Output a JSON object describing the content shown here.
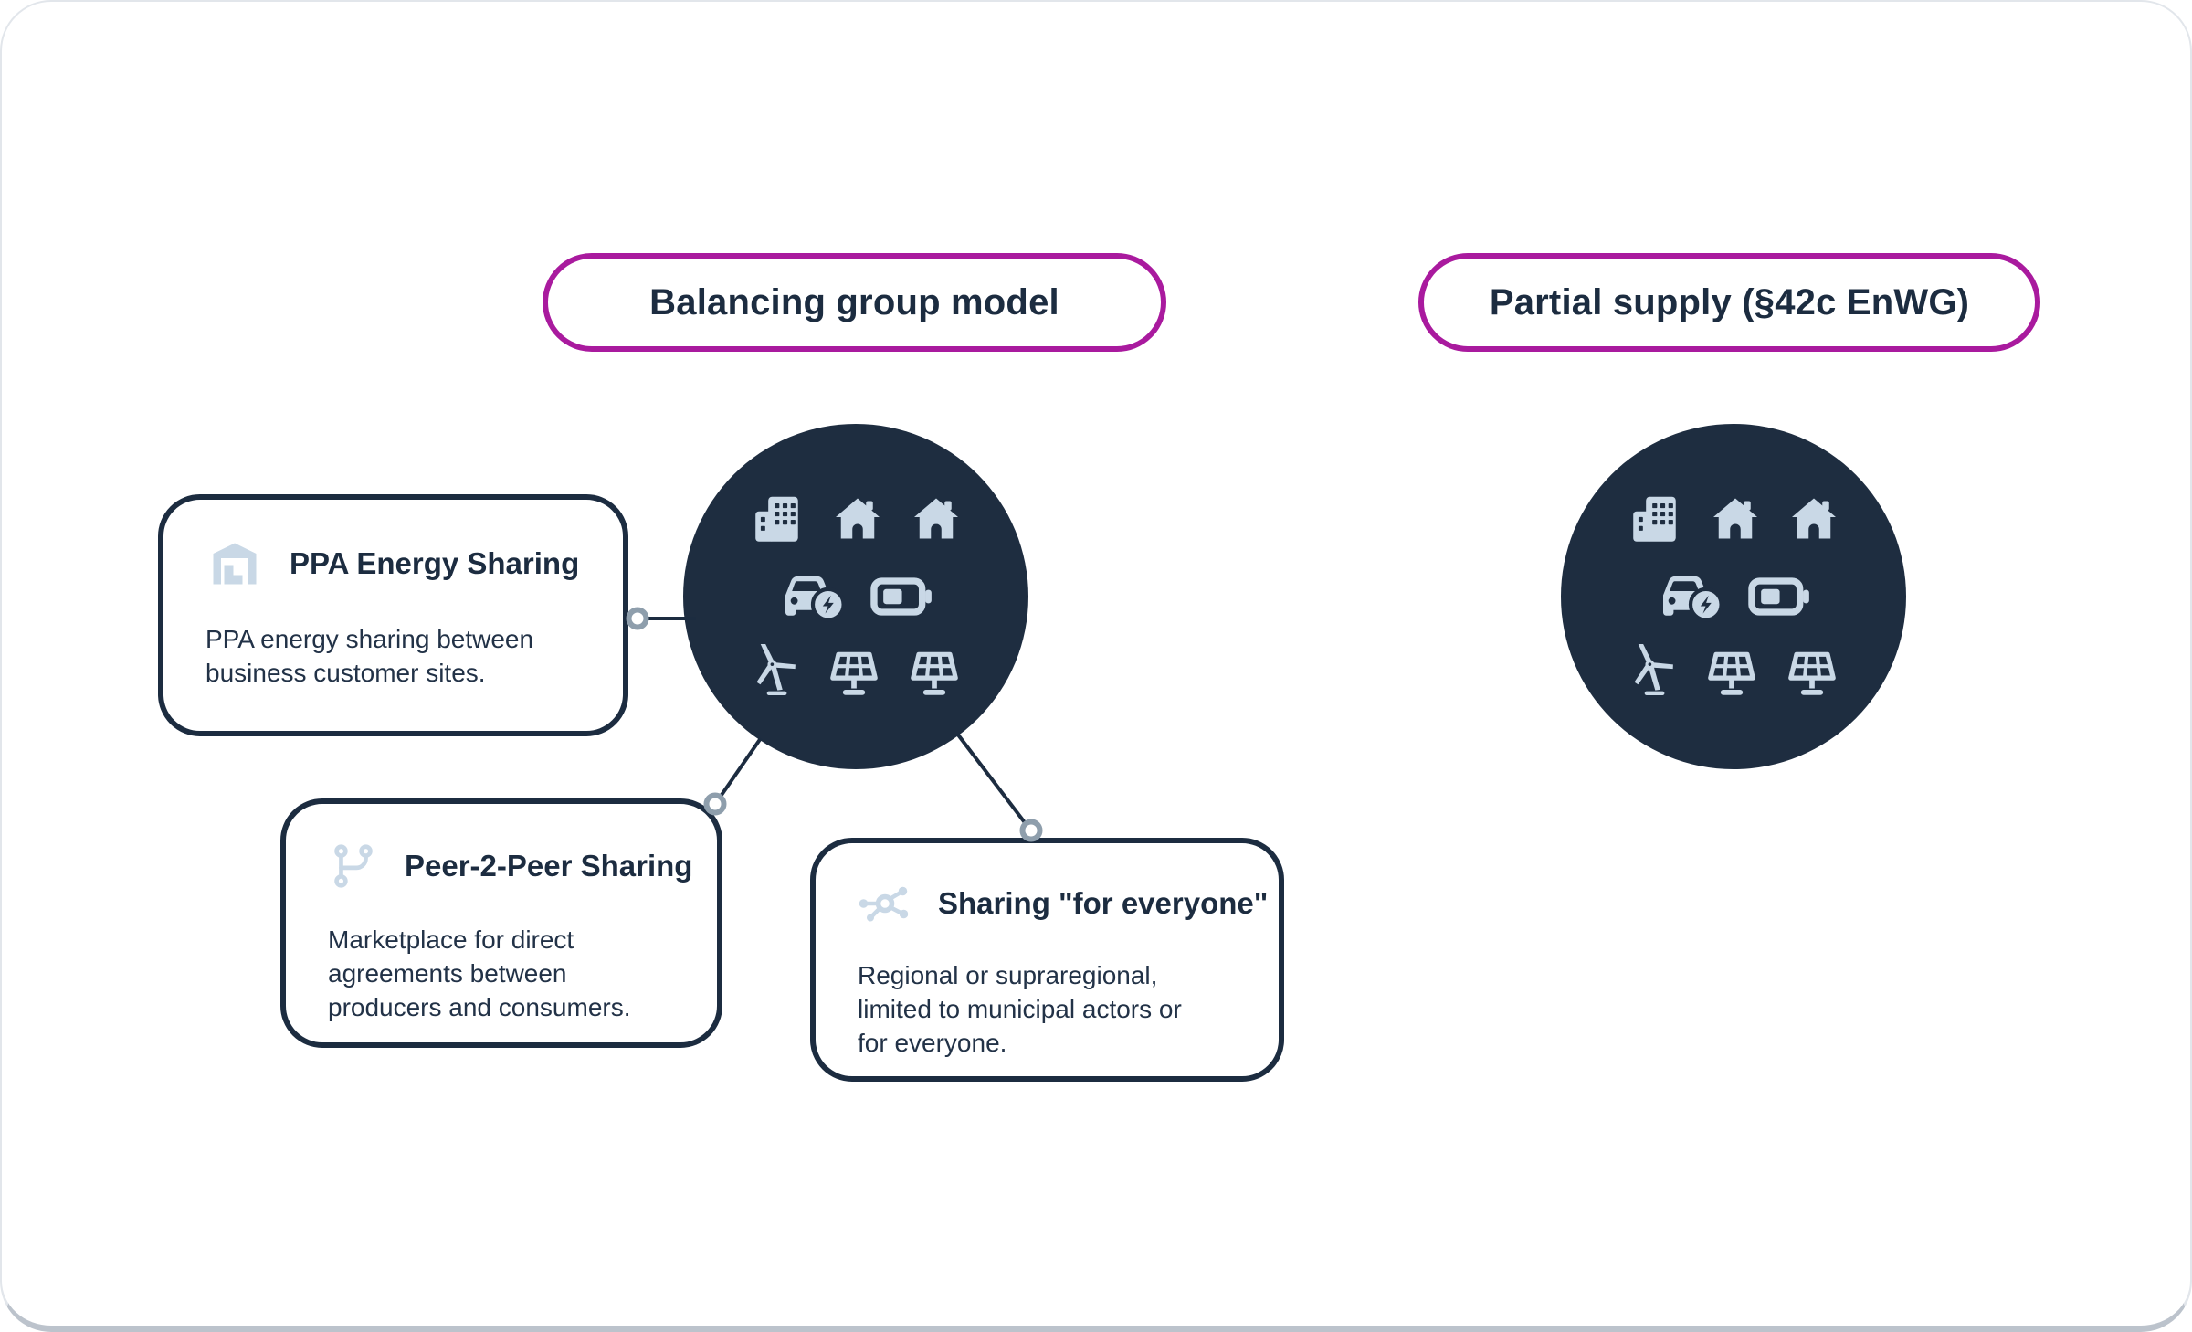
{
  "pills": [
    {
      "label": "Balancing group model"
    },
    {
      "label": "Partial supply (§42c EnWG)"
    }
  ],
  "cards": [
    {
      "title": "PPA Energy Sharing",
      "icon": "warehouse-icon",
      "body": "PPA energy sharing between\nbusiness customer sites."
    },
    {
      "title": "Peer-2-Peer Sharing",
      "icon": "git-branch-icon",
      "body": "Marketplace for direct\nagreements between\nproducers and consumers."
    },
    {
      "title": "Sharing \"for everyone\"",
      "icon": "share-nodes-icon",
      "body": "Regional or supraregional,\nlimited to municipal actors or\nfor everyone."
    }
  ],
  "bubbles": [
    {
      "name": "balancing-group-community",
      "icons": [
        "office-building-icon",
        "house-icon",
        "house-icon",
        "electric-car-icon",
        "battery-icon",
        "wind-turbine-icon",
        "solar-panel-icon",
        "solar-panel-icon"
      ]
    },
    {
      "name": "partial-supply-community",
      "icons": [
        "office-building-icon",
        "house-icon",
        "house-icon",
        "electric-car-icon",
        "battery-icon",
        "wind-turbine-icon",
        "solar-panel-icon",
        "solar-panel-icon"
      ]
    }
  ],
  "colors": {
    "navy": "#1c2c40",
    "bubble_navy": "#1e2d40",
    "icon_blue": "#c9d8e6",
    "magenta": "#a91a9e",
    "connector_ring_grey": "#8e9eac"
  }
}
